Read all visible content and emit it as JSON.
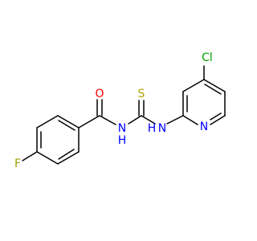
{
  "molecule": {
    "colors": {
      "bond": "#000000",
      "oxygen": "#ff0000",
      "nitrogen": "#0000ff",
      "sulfur": "#b3a100",
      "chlorine": "#00a000",
      "fluorine": "#a0a000",
      "hydrogen_on_nitrogen": "#0000ff"
    },
    "atoms": {
      "oxygen": "O",
      "sulfur": "S",
      "nh_left_h": "H",
      "nh_left_n": "N",
      "nh_right_h": "H",
      "nh_right_n": "N",
      "pyridine_n": "N",
      "chlorine": "Cl",
      "fluorine": "F"
    }
  }
}
